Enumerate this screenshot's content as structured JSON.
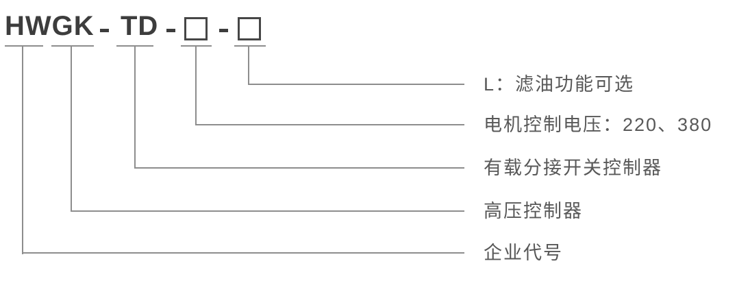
{
  "model_code": {
    "full": "HWGK-TD-□-□",
    "prefix": "HWGK",
    "type": "TD",
    "separator": "-",
    "placeholder_symbol": "□"
  },
  "legend": {
    "items": [
      {
        "explains": "□2",
        "text": "L：滤油功能可选"
      },
      {
        "explains": "□1",
        "text": "电机控制电压：220、380"
      },
      {
        "explains": "TD",
        "text": "有载分接开关控制器"
      },
      {
        "explains": "GK",
        "text": "高压控制器"
      },
      {
        "explains": "HW",
        "text": "企业代号"
      }
    ]
  },
  "colors": {
    "title_text": "#3d3d3d",
    "label_text": "#585858",
    "line": "#8d8d8d",
    "box_border": "#464646",
    "background": "#ffffff"
  }
}
